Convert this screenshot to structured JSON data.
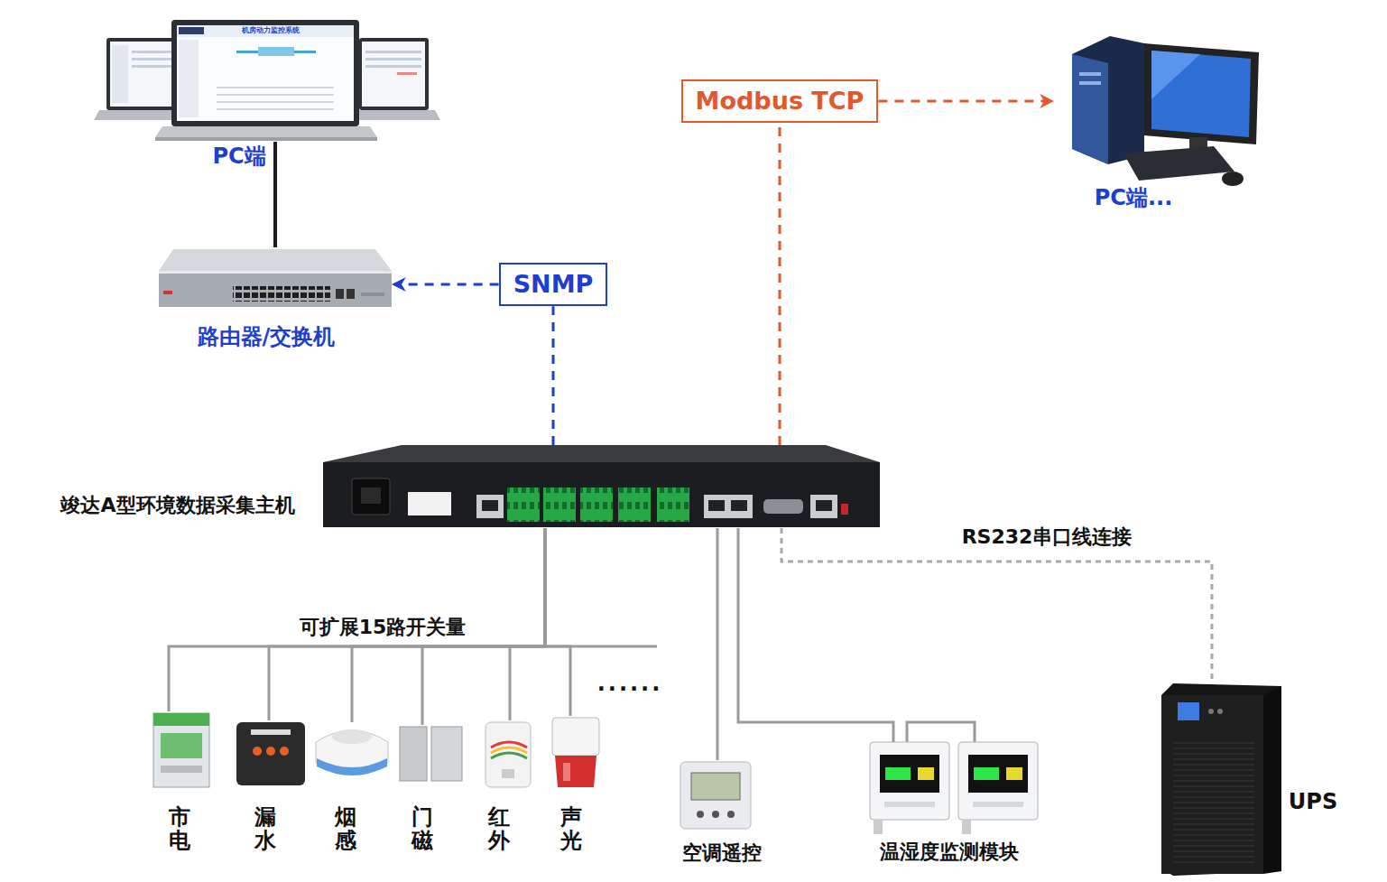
{
  "diagram": {
    "nodes": [
      {
        "text": [
          "PC端"
        ]
      },
      {
        "text": [
          "Modbus TCP"
        ]
      },
      {
        "text": [
          "PC端..."
        ]
      },
      {
        "text": [
          "路由器/交换机"
        ]
      },
      {
        "text": [
          "SNMP"
        ]
      },
      {
        "text": [
          "竣达A型环境数据采集主机"
        ]
      },
      {
        "text": [
          "市电"
        ]
      },
      {
        "text": [
          "漏水"
        ]
      },
      {
        "text": [
          "烟感"
        ]
      },
      {
        "text": [
          "门磁"
        ]
      },
      {
        "text": [
          "红外"
        ]
      },
      {
        "text": [
          "声光"
        ]
      },
      {
        "text": [
          "空调遥控"
        ]
      },
      {
        "text": [
          "温湿度监测模块"
        ]
      },
      {
        "text": [
          "UPS"
        ]
      }
    ],
    "edges": [
      {
        "from": 0,
        "to": 3,
        "arrow": "none"
      },
      {
        "from": 5,
        "to": 4,
        "arrow": "none"
      },
      {
        "from": 4,
        "to": 3,
        "arrow": "to"
      },
      {
        "from": 5,
        "to": 1,
        "arrow": "none"
      },
      {
        "from": 1,
        "to": 2,
        "arrow": "to"
      },
      {
        "from": 5,
        "to": 6,
        "arrow": "none"
      },
      {
        "from": 5,
        "to": 7,
        "arrow": "none"
      },
      {
        "from": 5,
        "to": 8,
        "arrow": "none"
      },
      {
        "from": 5,
        "to": 9,
        "arrow": "none"
      },
      {
        "from": 5,
        "to": 10,
        "arrow": "none"
      },
      {
        "from": 5,
        "to": 11,
        "arrow": "none"
      },
      {
        "from": 5,
        "to": 12,
        "arrow": "none"
      },
      {
        "from": 5,
        "to": 13,
        "arrow": "none"
      },
      {
        "from": 5,
        "to": 14,
        "label": "RS232串口线连接",
        "arrow": "none"
      }
    ],
    "labels": [
      "机房动力监控系统",
      "可扩展15路开关量",
      "......"
    ]
  }
}
